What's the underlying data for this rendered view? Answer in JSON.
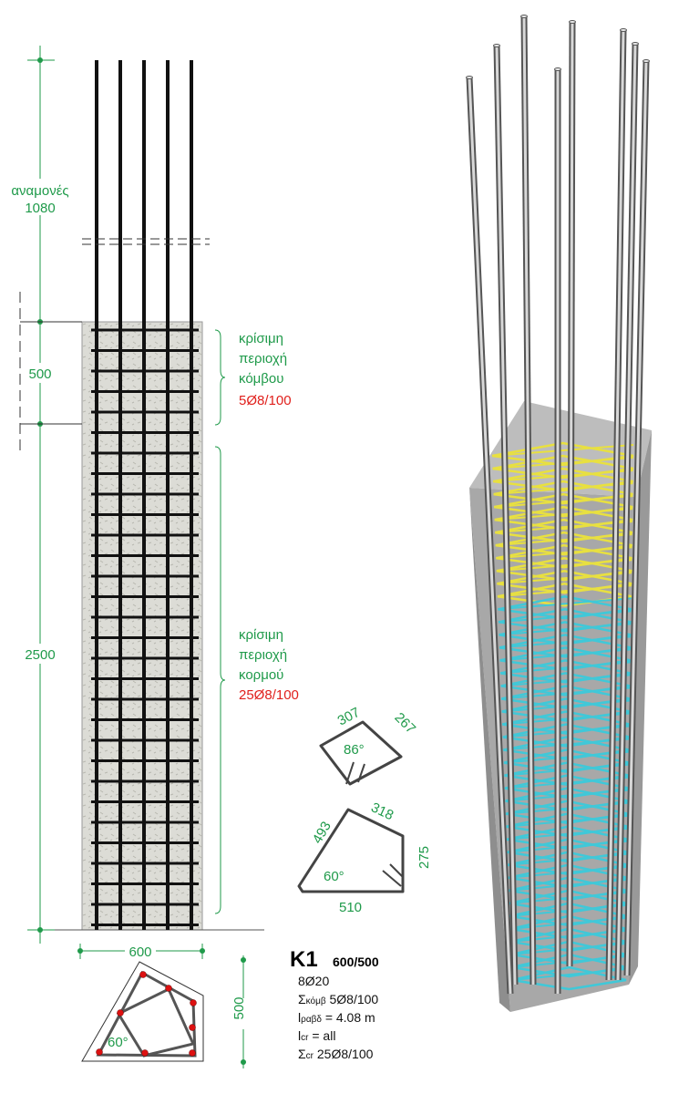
{
  "elevation": {
    "starter_label": "αναμονές",
    "starter_length": "1080",
    "node_height": "500",
    "body_height": "2500",
    "width_dim": "600",
    "depth_dim": "500",
    "node_zone": {
      "lines": [
        "κρίσιμη",
        "περιοχή",
        "κόμβου"
      ],
      "spec": "5Ø8/100"
    },
    "body_zone": {
      "lines": [
        "κρίσιμη",
        "περιοχή",
        "κορμού"
      ],
      "spec": "25Ø8/100"
    }
  },
  "section": {
    "angle": "60°"
  },
  "stirrup_shapes": [
    {
      "sides": [
        "307",
        "267"
      ],
      "angle": "86°"
    },
    {
      "sides": [
        "493",
        "318",
        "275",
        "510"
      ],
      "angle": "60°"
    }
  ],
  "legend": {
    "name": "K1",
    "size": "600/500",
    "bars": "8Ø20",
    "node_stirrups": {
      "symbol": "Σ",
      "sub": "κόμβ",
      "value": "5Ø8/100"
    },
    "bar_length": {
      "symbol": "l",
      "sub": "ραβδ",
      "value": "= 4.08 m"
    },
    "critical_length": {
      "symbol": "l",
      "sub": "cr",
      "value": "= all"
    },
    "critical_stirrups": {
      "symbol": "Σ",
      "sub": "cr",
      "value": "25Ø8/100"
    }
  },
  "colors": {
    "dim": "#1f9a4a",
    "spec": "#e0201c",
    "node_stirrup": "#e8e040",
    "body_stirrup": "#40c8d8",
    "concrete": "#d8d8d2"
  }
}
